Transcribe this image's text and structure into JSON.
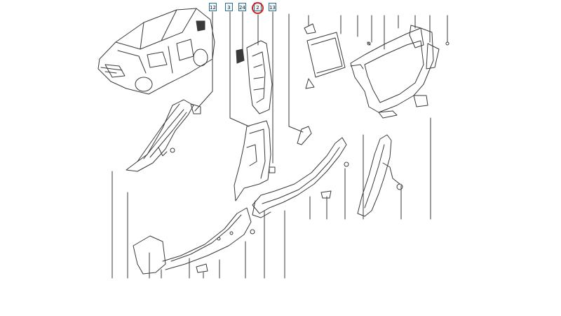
{
  "diagram": {
    "kind": "exploded-parts-diagram",
    "callout_tags": [
      {
        "id": "tag-1",
        "label": "12"
      },
      {
        "id": "tag-2",
        "label": "3"
      },
      {
        "id": "tag-3",
        "label": "24"
      },
      {
        "id": "tag-4",
        "label": "2"
      },
      {
        "id": "tag-5",
        "label": "13"
      }
    ],
    "highlighted_tag": "2",
    "colors": {
      "line": "#3a3a3a",
      "tag_border": "#2f6f8e",
      "highlight": "#d42121",
      "background": "#ffffff"
    }
  }
}
